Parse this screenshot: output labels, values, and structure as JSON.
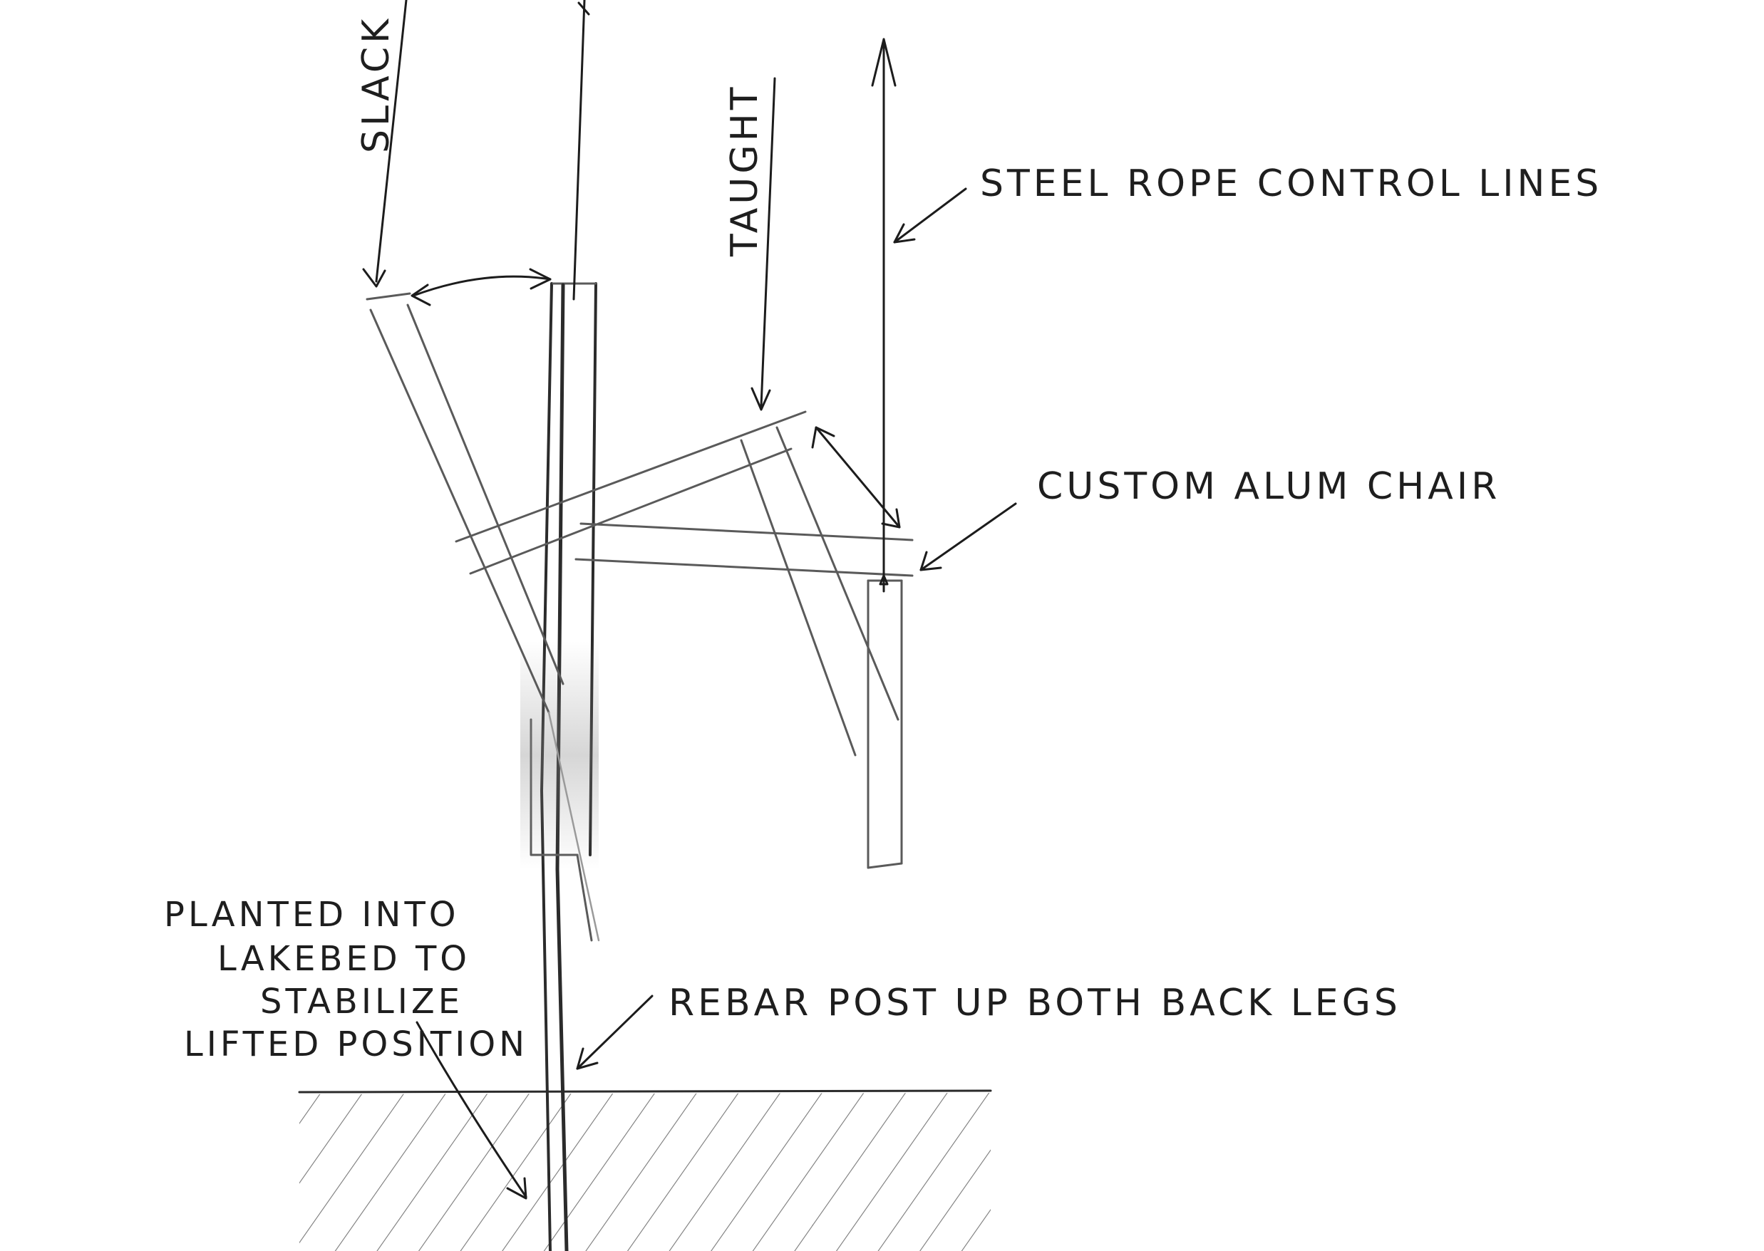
{
  "labels": {
    "slack": "SLACK",
    "taught": "TAUGHT",
    "steel_rope": "STEEL ROPE CONTROL LINES",
    "custom_chair": "CUSTOM ALUM CHAIR",
    "planted_line1": "PLANTED INTO",
    "planted_line2": "LAKEBED TO",
    "planted_line3": "STABILIZE",
    "planted_line4": "LIFTED POSITION",
    "rebar": "REBAR POST UP BOTH BACK LEGS"
  },
  "colors": {
    "paper": "#ffffff",
    "pencil": "#5a5a5a",
    "ink": "#1c1c1c"
  }
}
